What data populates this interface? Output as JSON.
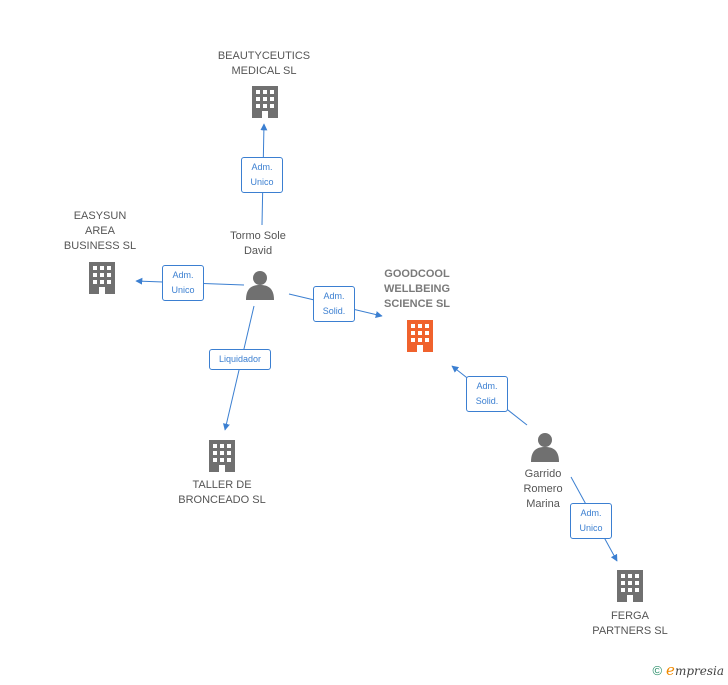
{
  "nodes": {
    "beautyceutics": {
      "label": "BEAUTYCEUTICS\nMEDICAL  SL",
      "type": "company"
    },
    "easysun": {
      "label": "EASYSUN\nAREA\nBUSINESS  SL",
      "type": "company"
    },
    "goodcool": {
      "label": "GOODCOOL\nWELLBEING\nSCIENCE  SL",
      "type": "company-main"
    },
    "taller": {
      "label": "TALLER DE\nBRONCEADO SL",
      "type": "company"
    },
    "ferga": {
      "label": "FERGA\nPARTNERS  SL",
      "type": "company"
    },
    "tormo": {
      "label": "Tormo Sole\nDavid",
      "type": "person"
    },
    "garrido": {
      "label": "Garrido\nRomero\nMarina",
      "type": "person"
    }
  },
  "edges": {
    "tormo_beauty": {
      "label": "Adm.\nUnico"
    },
    "tormo_easysun": {
      "label": "Adm.\nUnico"
    },
    "tormo_goodcool": {
      "label": "Adm.\nSolid."
    },
    "tormo_taller": {
      "label": "Liquidador"
    },
    "garrido_goodcool": {
      "label": "Adm.\nSolid."
    },
    "garrido_ferga": {
      "label": "Adm.\nUnico"
    }
  },
  "colors": {
    "edge": "#3b7fd1",
    "company_icon": "#707070",
    "main_company_icon": "#f0622d",
    "person_icon": "#707070"
  },
  "footer": {
    "copyright": "©",
    "brand_initial": "e",
    "brand_rest": "mpresia"
  }
}
